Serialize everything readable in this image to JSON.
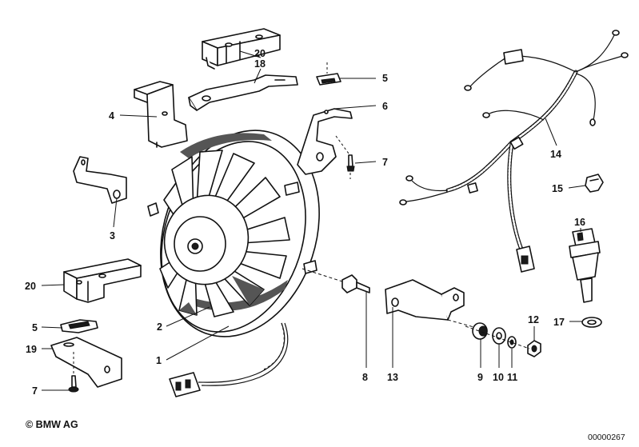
{
  "copyright": "© BMW AG",
  "document_number": "00000267",
  "callouts": [
    {
      "id": "c20top",
      "text": "20"
    },
    {
      "id": "c18",
      "text": "18"
    },
    {
      "id": "c4",
      "text": "4"
    },
    {
      "id": "c5top",
      "text": "5"
    },
    {
      "id": "c6",
      "text": "6"
    },
    {
      "id": "c7right",
      "text": "7"
    },
    {
      "id": "c3",
      "text": "3"
    },
    {
      "id": "c14",
      "text": "14"
    },
    {
      "id": "c15",
      "text": "15"
    },
    {
      "id": "c16",
      "text": "16"
    },
    {
      "id": "c17",
      "text": "17"
    },
    {
      "id": "c20left",
      "text": "20"
    },
    {
      "id": "c5left",
      "text": "5"
    },
    {
      "id": "c19",
      "text": "19"
    },
    {
      "id": "c7left",
      "text": "7"
    },
    {
      "id": "c2",
      "text": "2"
    },
    {
      "id": "c1",
      "text": "1"
    },
    {
      "id": "c8",
      "text": "8"
    },
    {
      "id": "c13",
      "text": "13"
    },
    {
      "id": "c9",
      "text": "9"
    },
    {
      "id": "c10",
      "text": "10"
    },
    {
      "id": "c11",
      "text": "11"
    },
    {
      "id": "c12",
      "text": "12"
    }
  ]
}
